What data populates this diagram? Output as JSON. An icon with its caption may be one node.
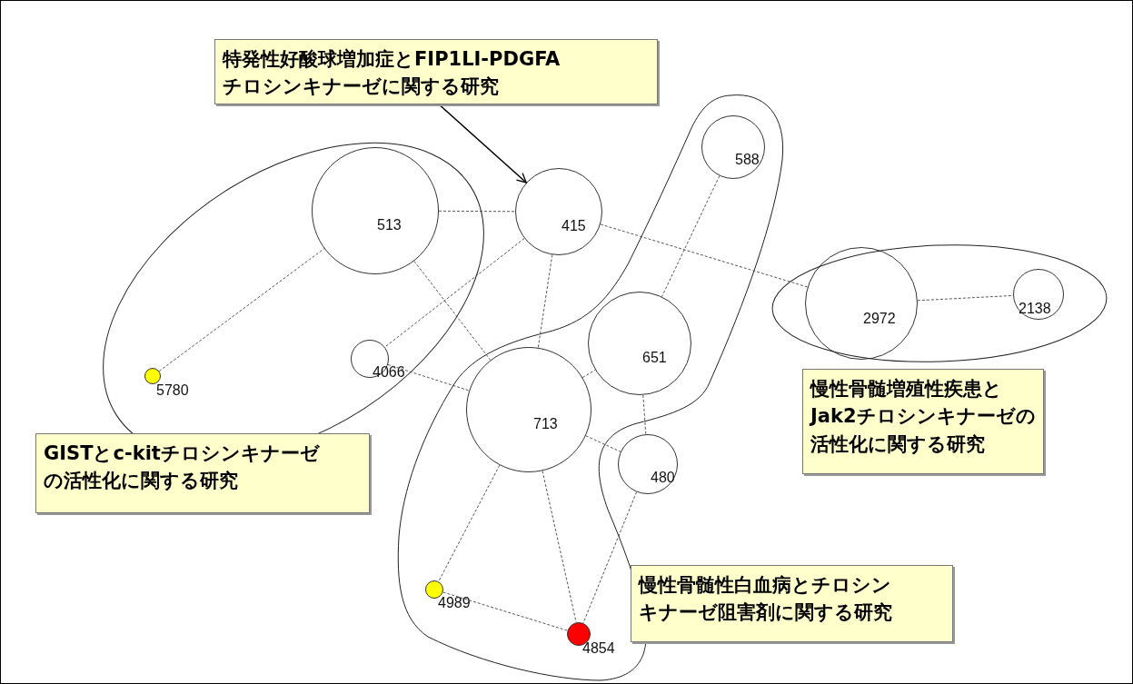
{
  "diagram": {
    "nodes": [
      {
        "text": [
          "特発性好酸球増加症とFIP1LI-PDGFAチロシンキナーゼに関する研究"
        ]
      },
      {
        "text": [
          "588"
        ]
      },
      {
        "text": [
          "513"
        ]
      },
      {
        "text": [
          "415"
        ]
      },
      {
        "text": [
          "2972"
        ]
      },
      {
        "text": [
          "2138"
        ]
      },
      {
        "text": [
          "651"
        ]
      },
      {
        "text": [
          "4066"
        ]
      },
      {
        "text": [],
        "shape": "circle",
        "beside": [
          "5780"
        ]
      },
      {
        "text": [
          "慢性骨髄増殖性疾患とJak2チロシンキナーゼの活性化に関する研究"
        ]
      },
      {
        "text": [
          "713"
        ]
      },
      {
        "text": [
          "GISTとc-kitチロシンキナーゼの活性化に関する研究"
        ]
      },
      {
        "text": [
          "480"
        ]
      },
      {
        "text": [
          "慢性骨髄性白血病とチロシンキナーゼ阻害剤に関する研究"
        ]
      },
      {
        "text": [],
        "shape": "circle",
        "beside": [
          "4989"
        ]
      },
      {
        "text": [],
        "shape": "circle",
        "beside": [
          "4854"
        ]
      }
    ],
    "edges": [
      {
        "from": 0,
        "to": 3,
        "arrow": "to"
      },
      {
        "from": 8,
        "to": 2,
        "arrow": "none",
        "style": "dashed"
      },
      {
        "from": 2,
        "to": 3,
        "arrow": "none",
        "style": "dashed"
      },
      {
        "from": 2,
        "to": 10,
        "arrow": "none",
        "style": "dashed"
      },
      {
        "from": 3,
        "to": 7,
        "arrow": "none",
        "style": "dashed"
      },
      {
        "from": 3,
        "to": 10,
        "arrow": "none",
        "style": "dashed"
      },
      {
        "from": 3,
        "to": 4,
        "arrow": "none",
        "style": "dashed"
      },
      {
        "from": 4,
        "to": 5,
        "arrow": "none",
        "style": "dashed"
      },
      {
        "from": 7,
        "to": 10,
        "arrow": "none",
        "style": "dashed"
      },
      {
        "from": 10,
        "to": 6,
        "arrow": "none",
        "style": "dashed"
      },
      {
        "from": 10,
        "to": 12,
        "arrow": "none",
        "style": "dashed"
      },
      {
        "from": 10,
        "to": 14,
        "arrow": "none",
        "style": "dashed"
      },
      {
        "from": 10,
        "to": 15,
        "arrow": "none",
        "style": "dashed"
      },
      {
        "from": 1,
        "to": 6,
        "arrow": "none",
        "style": "dashed"
      },
      {
        "from": 6,
        "to": 12,
        "arrow": "none",
        "style": "dashed"
      },
      {
        "from": 12,
        "to": 15,
        "arrow": "none",
        "style": "dashed"
      },
      {
        "from": 14,
        "to": 15,
        "arrow": "none",
        "style": "dashed"
      }
    ]
  }
}
